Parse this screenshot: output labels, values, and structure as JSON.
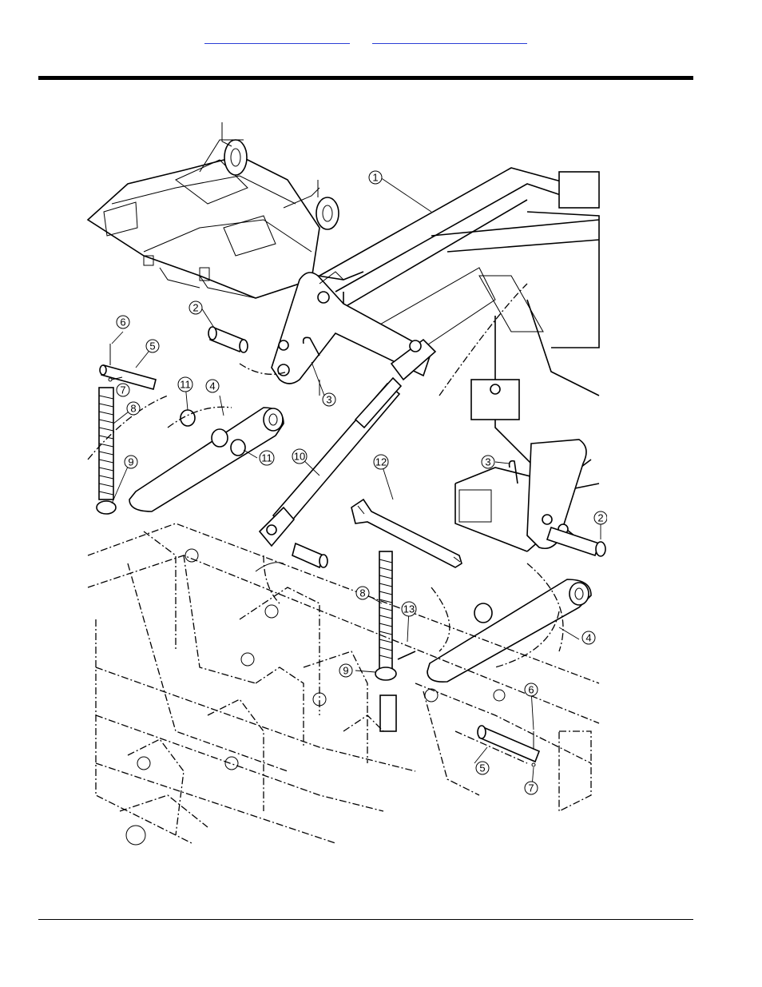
{
  "header": {
    "link_a": "",
    "link_b": ""
  },
  "diagram": {
    "callouts": [
      {
        "id": "c1",
        "label": "1"
      },
      {
        "id": "c2a",
        "label": "2"
      },
      {
        "id": "c2b",
        "label": "2"
      },
      {
        "id": "c3a",
        "label": "3"
      },
      {
        "id": "c3b",
        "label": "3"
      },
      {
        "id": "c4a",
        "label": "4"
      },
      {
        "id": "c4b",
        "label": "4"
      },
      {
        "id": "c5a",
        "label": "5"
      },
      {
        "id": "c5b",
        "label": "5"
      },
      {
        "id": "c6a",
        "label": "6"
      },
      {
        "id": "c6b",
        "label": "6"
      },
      {
        "id": "c7a",
        "label": "7"
      },
      {
        "id": "c7b",
        "label": "7"
      },
      {
        "id": "c8a",
        "label": "8"
      },
      {
        "id": "c8b",
        "label": "8"
      },
      {
        "id": "c9a",
        "label": "9"
      },
      {
        "id": "c9b",
        "label": "9"
      },
      {
        "id": "c10",
        "label": "10"
      },
      {
        "id": "c11a",
        "label": "11"
      },
      {
        "id": "c11b",
        "label": "11"
      },
      {
        "id": "c12",
        "label": "12"
      },
      {
        "id": "c13",
        "label": "13"
      }
    ]
  }
}
